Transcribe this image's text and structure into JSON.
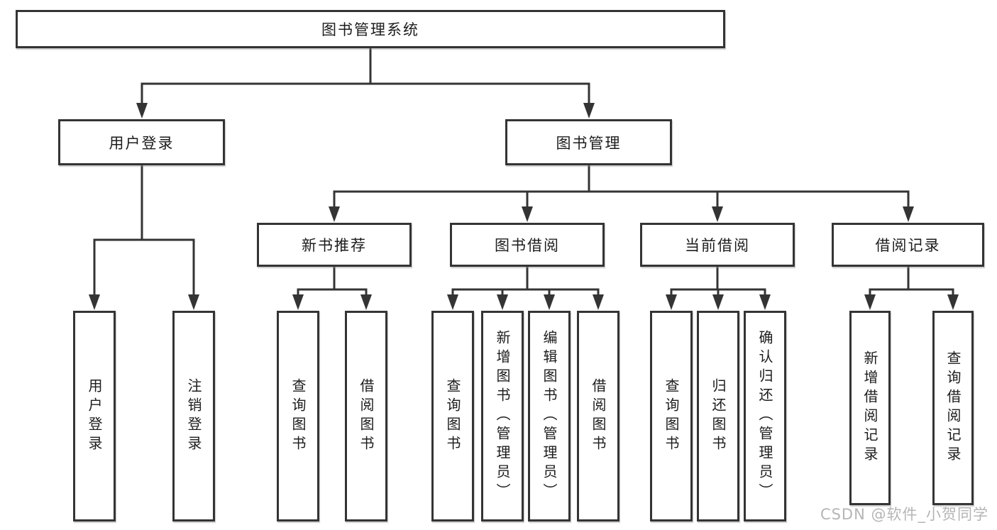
{
  "diagram": {
    "root": {
      "label": "图书管理系统"
    },
    "level2": [
      {
        "label": "用户登录",
        "parent": "图书管理系统"
      },
      {
        "label": "图书管理",
        "parent": "图书管理系统"
      }
    ],
    "level3": [
      {
        "label": "新书推荐",
        "parent": "图书管理"
      },
      {
        "label": "图书借阅",
        "parent": "图书管理"
      },
      {
        "label": "当前借阅",
        "parent": "图书管理"
      },
      {
        "label": "借阅记录",
        "parent": "图书管理"
      }
    ],
    "leaves": [
      {
        "label": "用户登录",
        "parent": "用户登录"
      },
      {
        "label": "注销登录",
        "parent": "用户登录"
      },
      {
        "label": "查询图书",
        "parent": "新书推荐"
      },
      {
        "label": "借阅图书",
        "parent": "新书推荐"
      },
      {
        "label": "查询图书",
        "parent": "图书借阅"
      },
      {
        "label": "新增图书（管理员）",
        "parent": "图书借阅"
      },
      {
        "label": "编辑图书（管理员）",
        "parent": "图书借阅"
      },
      {
        "label": "借阅图书",
        "parent": "图书借阅"
      },
      {
        "label": "查询图书",
        "parent": "当前借阅"
      },
      {
        "label": "归还图书",
        "parent": "当前借阅"
      },
      {
        "label": "确认归还（管理员）",
        "parent": "当前借阅"
      },
      {
        "label": "新增借阅记录",
        "parent": "借阅记录"
      },
      {
        "label": "查询借阅记录",
        "parent": "借阅记录"
      }
    ]
  },
  "watermark": "CSDN @软件_小贺同学",
  "colors": {
    "line": "#343434",
    "box_border": "#343434",
    "box_fill": "#ffffff",
    "text": "#1c1c1c",
    "watermark": "#b5b5b5",
    "background": "#ffffff"
  }
}
